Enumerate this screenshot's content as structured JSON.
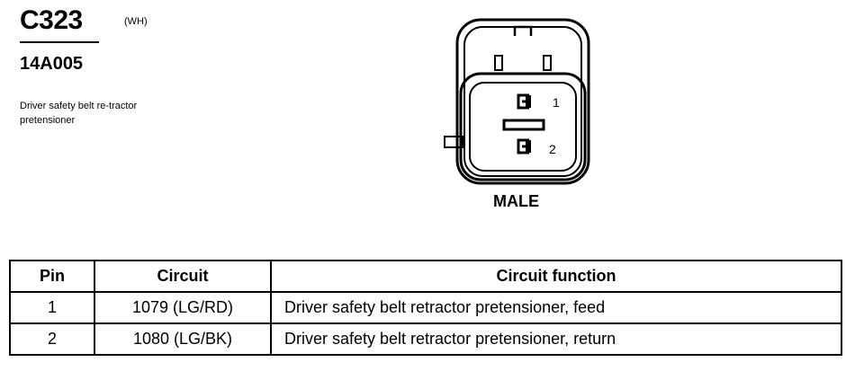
{
  "connector": {
    "id": "C323",
    "color": "(WH)",
    "part_number": "14A005",
    "description": "Driver safety belt re-tractor pretensioner",
    "gender": "MALE",
    "pin_labels": [
      "1",
      "2"
    ]
  },
  "table": {
    "headers": [
      "Pin",
      "Circuit",
      "Circuit function"
    ],
    "rows": [
      {
        "pin": "1",
        "circuit": "1079 (LG/RD)",
        "function": "Driver safety belt retractor pretensioner, feed"
      },
      {
        "pin": "2",
        "circuit": "1080 (LG/BK)",
        "function": "Driver safety belt retractor pretensioner, return"
      }
    ]
  }
}
